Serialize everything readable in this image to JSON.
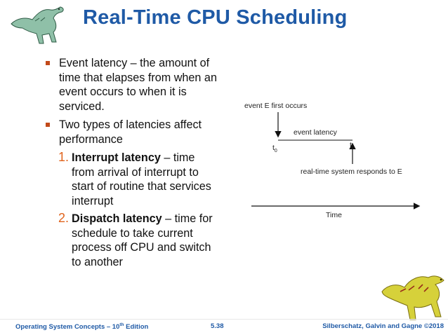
{
  "title": "Real-Time CPU Scheduling",
  "bullets": [
    {
      "text": "Event latency – the amount of time that elapses from when an event occurs to when it is serviced."
    },
    {
      "text": "Two types of latencies affect performance"
    }
  ],
  "subitems": [
    {
      "num": "1.",
      "bold": "Interrupt latency",
      "rest": " – time from arrival of interrupt to start of routine that services interrupt"
    },
    {
      "num": "2.",
      "bold": "Dispatch latency",
      "rest": " – time for schedule to take current process off CPU and switch to another"
    }
  ],
  "diagram": {
    "event_label": "event E first occurs",
    "latency_label": "event latency",
    "t0": "t",
    "t0_sub": "0",
    "t1": "t",
    "t1_sub": "1",
    "response_label": "real-time system responds to E",
    "time_label": "Time"
  },
  "footer": {
    "left_prefix": "Operating System Concepts – 10",
    "left_sup": "th",
    "left_suffix": " Edition",
    "center": "5.38",
    "right": "Silberschatz, Galvin and Gagne ©2018"
  },
  "colors": {
    "title": "#1f5aa6",
    "bullet": "#c24a1a",
    "number": "#e0641e"
  }
}
